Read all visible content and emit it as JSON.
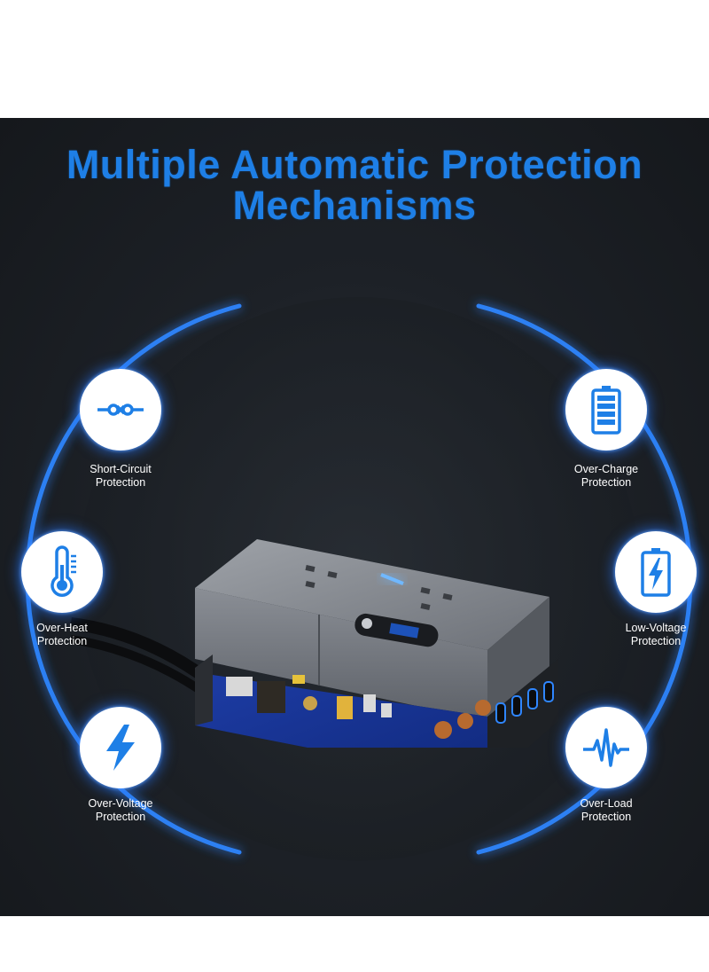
{
  "headline": {
    "line1": "Multiple Automatic Protection",
    "line2": "Mechanisms"
  },
  "colors": {
    "accent": "#1e7fe6",
    "ring_glow": "#2f86ff",
    "panel": "#1d2127"
  },
  "features": [
    {
      "icon": "short-circuit-icon",
      "line1": "Short-Circuit",
      "line2": "Protection"
    },
    {
      "icon": "over-heat-thermometer-icon",
      "line1": "Over-Heat",
      "line2": "Protection"
    },
    {
      "icon": "over-voltage-lightning-icon",
      "line1": "Over-Voltage",
      "line2": "Protection"
    },
    {
      "icon": "over-charge-battery-icon",
      "line1": "Over-Charge",
      "line2": "Protection"
    },
    {
      "icon": "low-voltage-battery-icon",
      "line1": "Low-Voltage",
      "line2": "Protection"
    },
    {
      "icon": "over-load-waveform-icon",
      "line1": "Over-Load",
      "line2": "Protection"
    }
  ]
}
